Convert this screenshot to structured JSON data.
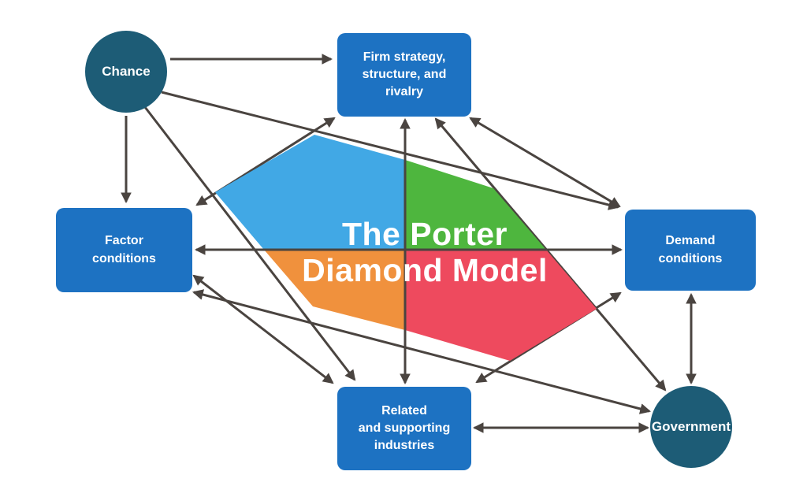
{
  "title": {
    "text": "The Porter\nDiamond Model"
  },
  "nodes": {
    "chance": {
      "label": "Chance",
      "shape": "circle"
    },
    "firm": {
      "label": "Firm strategy,\nstructure, and\nrivalry",
      "shape": "box"
    },
    "factor": {
      "label": "Factor\nconditions",
      "shape": "box"
    },
    "demand": {
      "label": "Demand\nconditions",
      "shape": "box"
    },
    "related": {
      "label": "Related\nand supporting\nindustries",
      "shape": "box"
    },
    "government": {
      "label": "Government",
      "shape": "circle"
    }
  },
  "connections": [
    {
      "from": "chance",
      "to": "firm",
      "bidirectional": false
    },
    {
      "from": "chance",
      "to": "factor",
      "bidirectional": false
    },
    {
      "from": "chance",
      "to": "demand",
      "bidirectional": false
    },
    {
      "from": "chance",
      "to": "related",
      "bidirectional": false
    },
    {
      "from": "firm",
      "to": "factor",
      "bidirectional": true
    },
    {
      "from": "firm",
      "to": "demand",
      "bidirectional": true
    },
    {
      "from": "firm",
      "to": "related",
      "bidirectional": true
    },
    {
      "from": "factor",
      "to": "demand",
      "bidirectional": true
    },
    {
      "from": "factor",
      "to": "related",
      "bidirectional": true
    },
    {
      "from": "demand",
      "to": "related",
      "bidirectional": true
    },
    {
      "from": "government",
      "to": "demand",
      "bidirectional": true
    },
    {
      "from": "government",
      "to": "related",
      "bidirectional": true
    },
    {
      "from": "government",
      "to": "firm",
      "bidirectional": true
    },
    {
      "from": "government",
      "to": "factor",
      "bidirectional": true
    }
  ],
  "colors": {
    "box_blue": "#1d72c2",
    "circle_teal": "#1d5c76",
    "quad_blue": "#41a8e5",
    "quad_green": "#4eb63e",
    "quad_orange": "#f0913d",
    "quad_red": "#ee4a5e",
    "line_color": "#4a4440"
  }
}
